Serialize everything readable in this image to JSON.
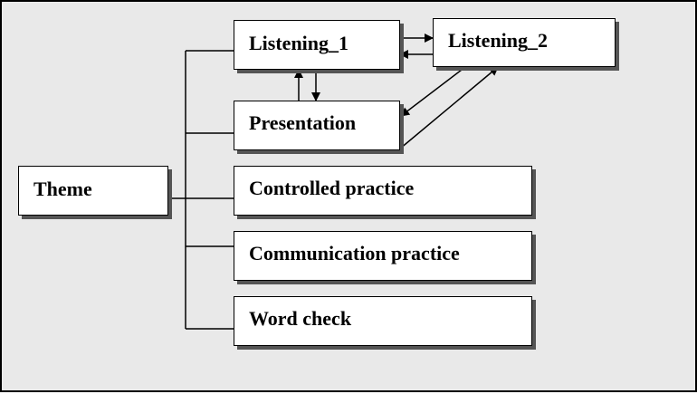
{
  "diagram": {
    "nodes": {
      "theme": "Theme",
      "listening_1": "Listening_1",
      "listening_2": "Listening_2",
      "presentation": "Presentation",
      "controlled_practice": "Controlled practice",
      "communication_practice": "Communication practice",
      "word_check": "Word check"
    },
    "edges": [
      {
        "from": "Theme",
        "to": "Listening_1",
        "type": "line"
      },
      {
        "from": "Theme",
        "to": "Presentation",
        "type": "line"
      },
      {
        "from": "Theme",
        "to": "Controlled practice",
        "type": "line"
      },
      {
        "from": "Theme",
        "to": "Communication practice",
        "type": "line"
      },
      {
        "from": "Theme",
        "to": "Word check",
        "type": "line"
      },
      {
        "from": "Listening_1",
        "to": "Listening_2",
        "type": "arrow"
      },
      {
        "from": "Listening_2",
        "to": "Listening_1",
        "type": "arrow"
      },
      {
        "from": "Listening_1",
        "to": "Presentation",
        "type": "arrow"
      },
      {
        "from": "Presentation",
        "to": "Listening_1",
        "type": "arrow"
      },
      {
        "from": "Listening_2",
        "to": "Presentation",
        "type": "arrow"
      },
      {
        "from": "Presentation",
        "to": "Listening_2",
        "type": "arrow"
      }
    ],
    "colors": {
      "background": "#e9e9e9",
      "box": "#ffffff",
      "shadow": "#555555",
      "line": "#000000"
    }
  }
}
